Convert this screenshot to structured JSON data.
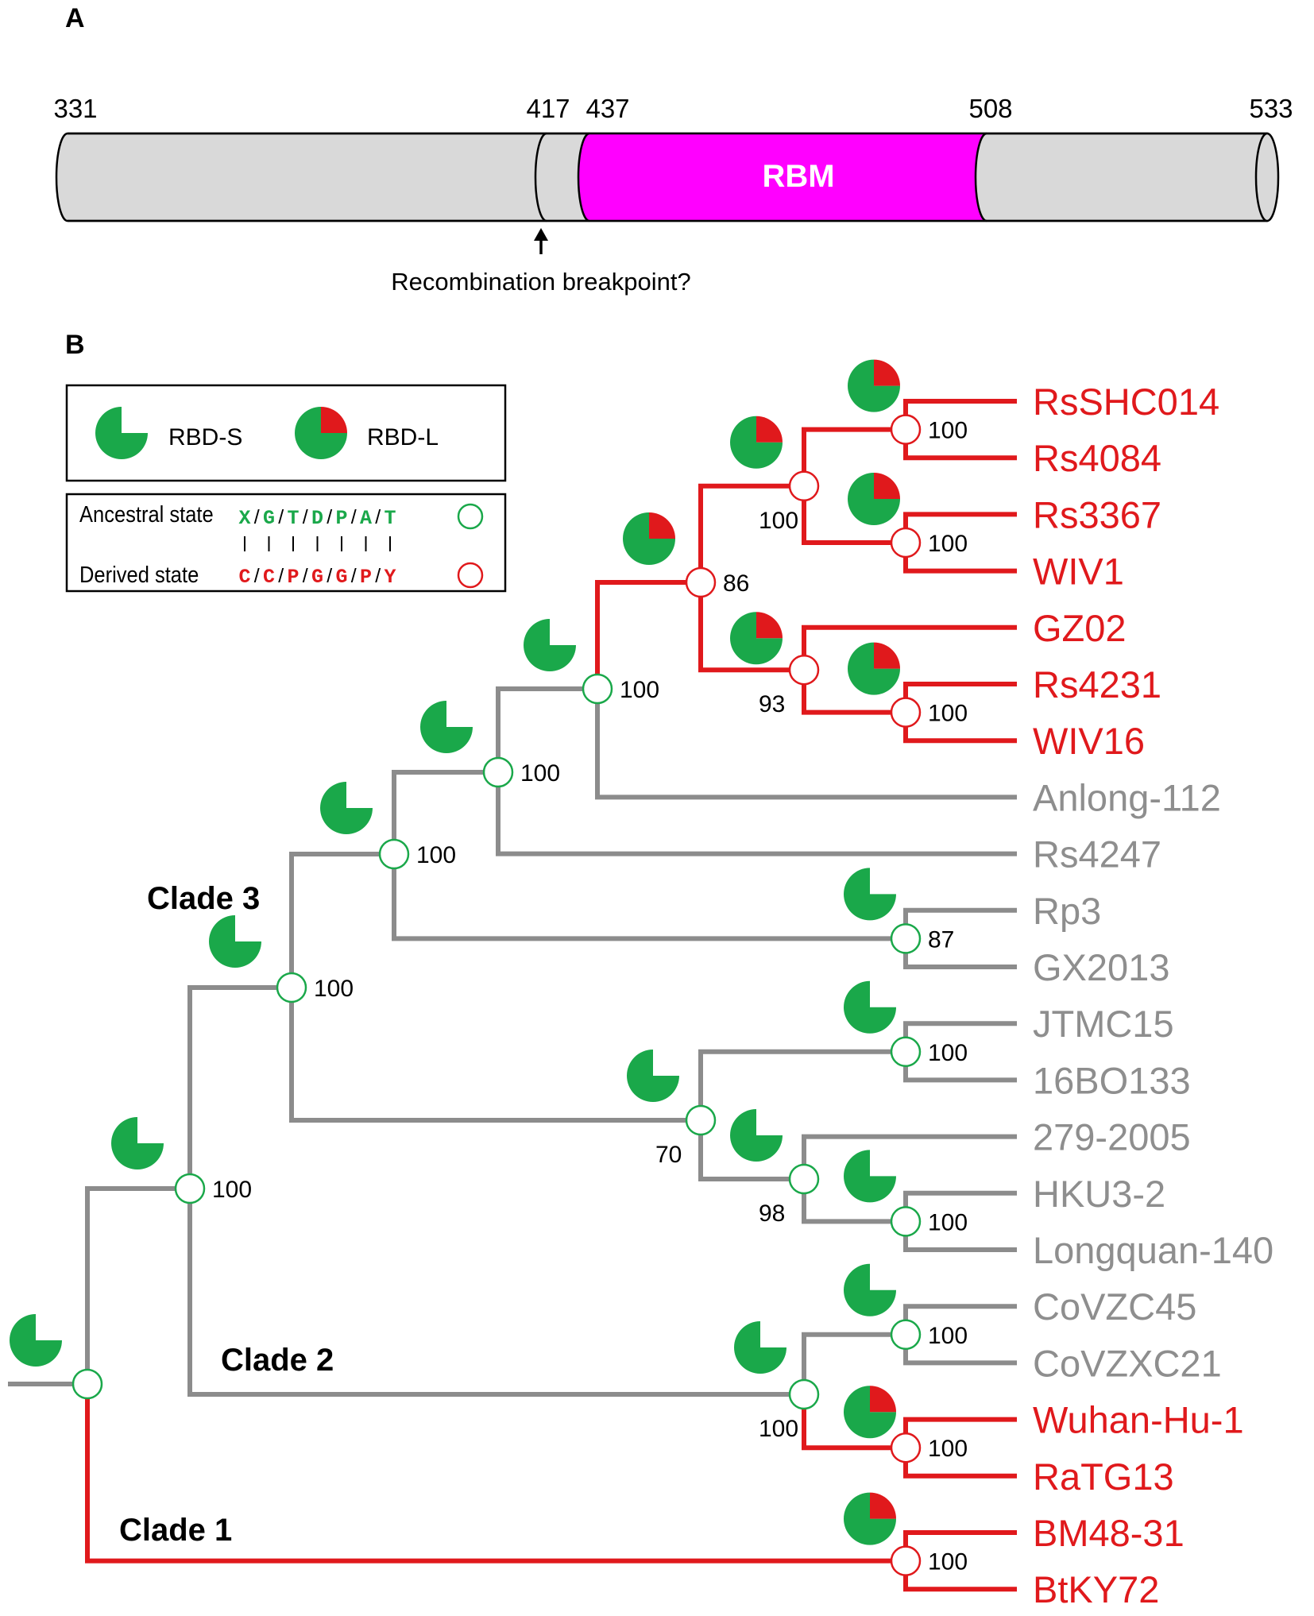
{
  "panel_a": {
    "label": "A",
    "positions": [
      "331",
      "417",
      "437",
      "508",
      "533"
    ],
    "rbm_label": "RBM",
    "breakpoint_label": "Recombination breakpoint?",
    "colors": {
      "body": "#d9d9d9",
      "rbm": "#ff00ff"
    }
  },
  "panel_b": {
    "label": "B",
    "legend": {
      "rbd_s": "RBD-S",
      "rbd_l": "RBD-L",
      "ancestral_label": "Ancestral state",
      "derived_label": "Derived state",
      "ancestral_residues": [
        "X",
        "G",
        "T",
        "D",
        "P",
        "A",
        "T"
      ],
      "derived_residues": [
        "C",
        "C",
        "P",
        "G",
        "G",
        "P",
        "Y"
      ],
      "separator": "/"
    },
    "clades": [
      "Clade 3",
      "Clade 2",
      "Clade 1"
    ],
    "taxa": [
      {
        "name": "RsSHC014",
        "color": "red"
      },
      {
        "name": "Rs4084",
        "color": "red"
      },
      {
        "name": "Rs3367",
        "color": "red"
      },
      {
        "name": "WIV1",
        "color": "red"
      },
      {
        "name": "GZ02",
        "color": "red"
      },
      {
        "name": "Rs4231",
        "color": "red"
      },
      {
        "name": "WIV16",
        "color": "red"
      },
      {
        "name": "Anlong-112",
        "color": "gray"
      },
      {
        "name": "Rs4247",
        "color": "gray"
      },
      {
        "name": "Rp3",
        "color": "gray"
      },
      {
        "name": "GX2013",
        "color": "gray"
      },
      {
        "name": "JTMC15",
        "color": "gray"
      },
      {
        "name": "16BO133",
        "color": "gray"
      },
      {
        "name": "279-2005",
        "color": "gray"
      },
      {
        "name": "HKU3-2",
        "color": "gray"
      },
      {
        "name": "Longquan-140",
        "color": "gray"
      },
      {
        "name": "CoVZC45",
        "color": "gray"
      },
      {
        "name": "CoVZXC21",
        "color": "gray"
      },
      {
        "name": "Wuhan-Hu-1",
        "color": "red"
      },
      {
        "name": "RaTG13",
        "color": "red"
      },
      {
        "name": "BM48-31",
        "color": "red"
      },
      {
        "name": "BtKY72",
        "color": "red"
      }
    ],
    "support_values": [
      "100",
      "100",
      "100",
      "100",
      "86",
      "100",
      "93",
      "100",
      "100",
      "87",
      "100",
      "70",
      "100",
      "98",
      "100",
      "100",
      "100",
      "100",
      "100",
      "100"
    ],
    "colors": {
      "red": "#e0191c",
      "gray": "#8c8c8c",
      "green": "#1aa84a",
      "text_gray": "#8e8e8e"
    }
  }
}
